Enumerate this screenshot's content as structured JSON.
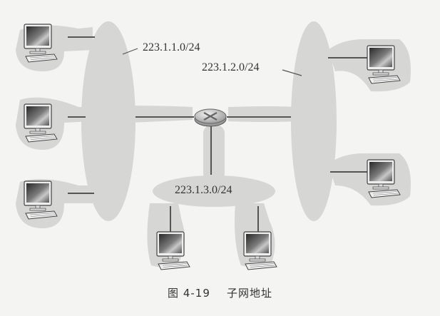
{
  "diagram": {
    "subnets": [
      {
        "id": "subnet-1",
        "label": "223.1.1.0/24"
      },
      {
        "id": "subnet-2",
        "label": "223.1.2.0/24"
      },
      {
        "id": "subnet-3",
        "label": "223.1.3.0/24"
      }
    ],
    "router": {
      "icon": "router-icon"
    },
    "hosts": [
      {
        "subnet": "223.1.1.0/24",
        "icon": "computer-icon"
      },
      {
        "subnet": "223.1.1.0/24",
        "icon": "computer-icon"
      },
      {
        "subnet": "223.1.1.0/24",
        "icon": "computer-icon"
      },
      {
        "subnet": "223.1.2.0/24",
        "icon": "computer-icon"
      },
      {
        "subnet": "223.1.2.0/24",
        "icon": "computer-icon"
      },
      {
        "subnet": "223.1.3.0/24",
        "icon": "computer-icon"
      },
      {
        "subnet": "223.1.3.0/24",
        "icon": "computer-icon"
      }
    ],
    "caption": {
      "figure_number": "图 4-19",
      "title": "子网地址"
    },
    "colors": {
      "background": "#f4f4f2",
      "blob": "#d6d6d4",
      "line": "#555555"
    }
  }
}
